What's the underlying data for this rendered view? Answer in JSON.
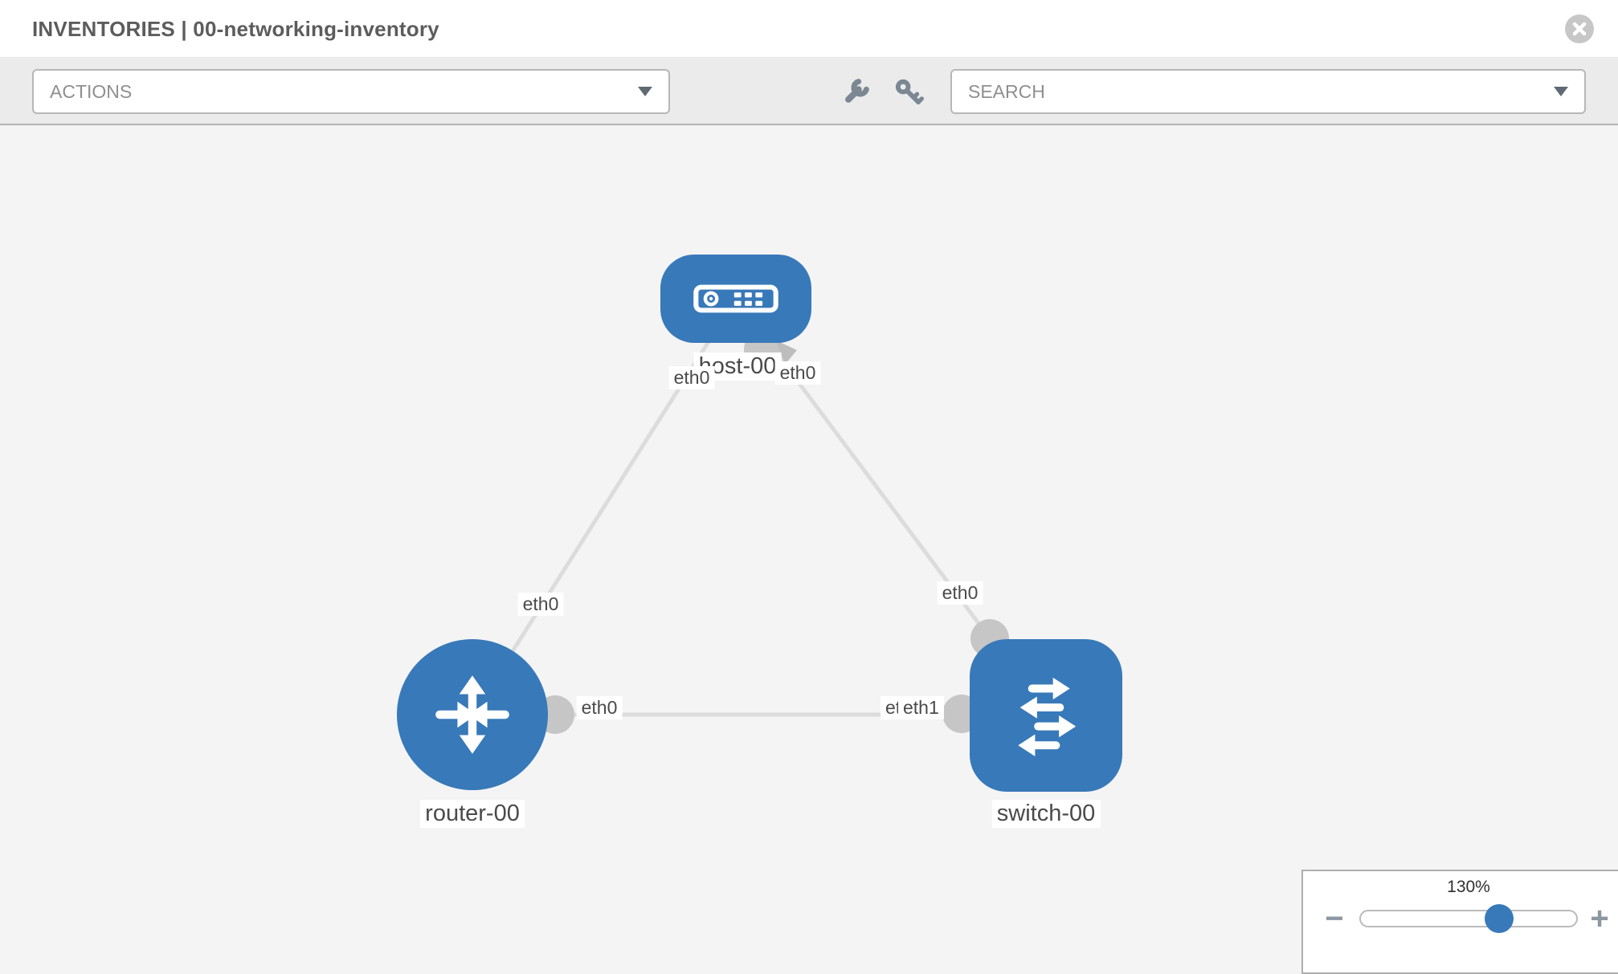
{
  "header": {
    "title": "INVENTORIES | 00-networking-inventory"
  },
  "toolbar": {
    "actions": {
      "label": "ACTIONS"
    },
    "search": {
      "label": "SEARCH"
    },
    "icons": [
      "wrench-icon",
      "key-icon"
    ]
  },
  "topology": {
    "nodes": {
      "host": {
        "label": "host-00",
        "type": "host"
      },
      "router": {
        "label": "router-00",
        "type": "router"
      },
      "switch": {
        "label": "switch-00",
        "type": "switch"
      }
    },
    "links": [
      {
        "from": "host-00",
        "to": "router-00",
        "from_if": "eth0",
        "to_if": "eth0"
      },
      {
        "from": "host-00",
        "to": "switch-00",
        "from_if": "eth0",
        "to_if": "eth0"
      },
      {
        "from": "router-00",
        "to": "switch-00",
        "from_if": "eth0",
        "to_if": "eth1"
      }
    ],
    "overlapped_interface_label": "eth0"
  },
  "zoom": {
    "percent": "130%",
    "minus_label": "−",
    "plus_label": "+"
  },
  "colors": {
    "node_blue": "#3879b9",
    "link_gray": "#dcdcdc",
    "connector_gray": "#c6c6c6",
    "toolbar_gray": "#ebebeb",
    "canvas_gray": "#f4f4f4"
  }
}
